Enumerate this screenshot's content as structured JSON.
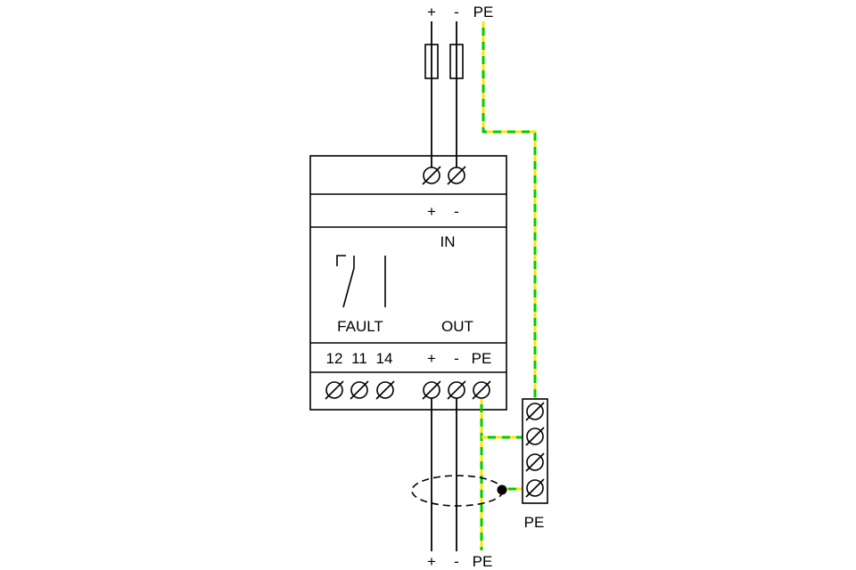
{
  "diagram": {
    "kind": "power-supply-wiring-schematic",
    "supply": {
      "plus": "+",
      "minus": "-",
      "pe": "PE"
    },
    "device": {
      "in_plus": "+",
      "in_minus": "-",
      "in_label": "IN",
      "fault_label": "FAULT",
      "out_label": "OUT",
      "terminal_12": "12",
      "terminal_11": "11",
      "terminal_14": "14",
      "out_plus": "+",
      "out_minus": "-",
      "out_pe": "PE"
    },
    "earth_block": {
      "label": "PE"
    },
    "load": {
      "plus": "+",
      "minus": "-",
      "pe": "PE"
    },
    "colors": {
      "wire": "#000000",
      "pe_green": "#00cc00",
      "pe_yellow": "#ffe600",
      "background": "#ffffff"
    }
  }
}
